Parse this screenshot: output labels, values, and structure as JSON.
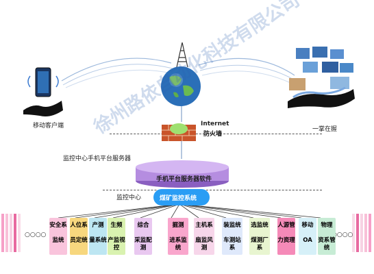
{
  "labels": {
    "mobile_client": "移动客户端",
    "in_hand": "一掌在握",
    "internet": "Internet",
    "firewall": "防火墙",
    "server_label": "监控中心手机平台服务器",
    "server_software": "手机平台服务器软件",
    "monitoring_center": "监控中心",
    "coal_system": "煤矿监控系统",
    "ellipsis_left": "○○○○",
    "ellipsis_right": "○○○○",
    "watermark": "徐州路依自动化科技有限公司"
  },
  "systems": [
    {
      "l1": "安全系",
      "l2": "监统"
    },
    {
      "l1": "人位系",
      "l2": "员定统"
    },
    {
      "l1": "产测",
      "l2": "量系统"
    },
    {
      "l1": "生频",
      "l2": "产监视控"
    },
    {
      "l1": "综合",
      "l2": "采监配测"
    },
    {
      "l1": "掘测",
      "l2": "进系监统"
    },
    {
      "l1": "主机系",
      "l2": "扇监风测"
    },
    {
      "l1": "装监统",
      "l2": "车测站系"
    },
    {
      "l1": "选监统",
      "l2": "煤测厂系"
    },
    {
      "l1": "人源管",
      "l2": "力资理"
    },
    {
      "l1": "移动",
      "l2": "OA"
    },
    {
      "l1": "物理",
      "l2": "资系管统"
    }
  ],
  "colors": {
    "server_disc": "#b58de0",
    "coal_bubble": "#2a9df4",
    "globe": "#2b6fb8",
    "watermark": "#2b5fb0"
  }
}
